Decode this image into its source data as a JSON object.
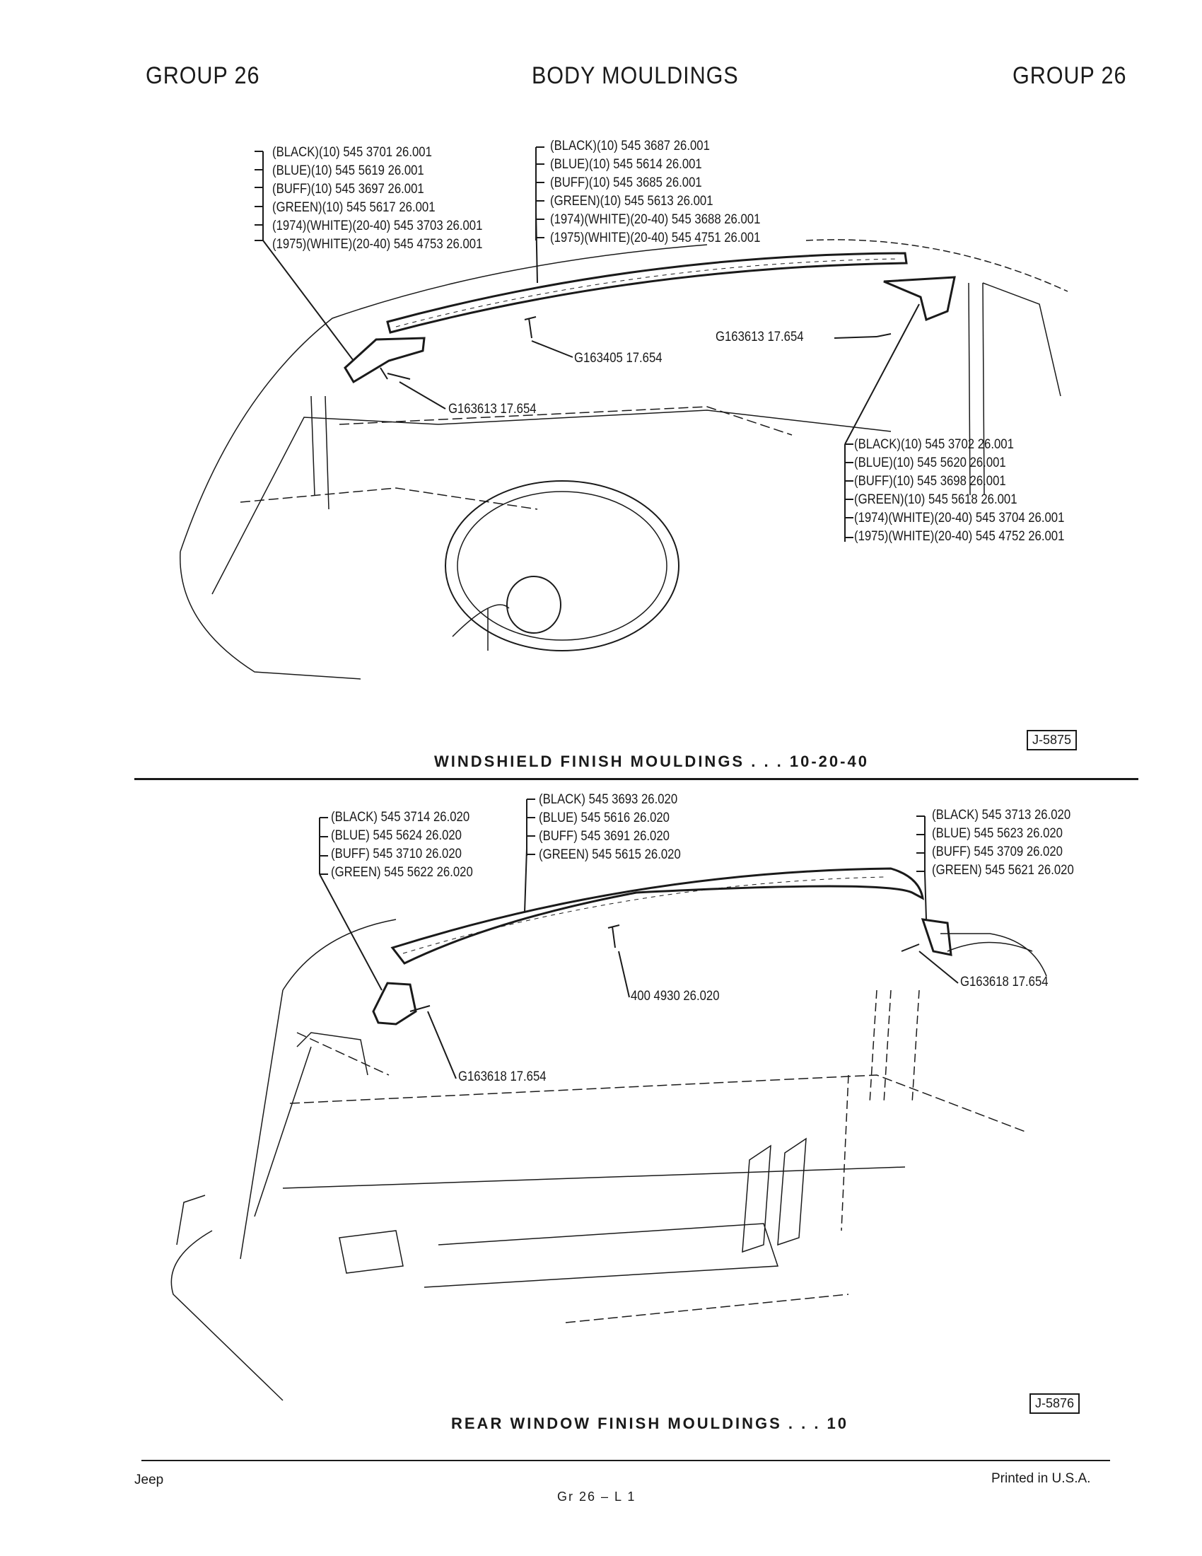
{
  "header": {
    "left": "GROUP 26",
    "center": "BODY MOULDINGS",
    "right": "GROUP 26"
  },
  "windshield": {
    "left_corner_parts": [
      "(BLACK)(10) 545 3701  26.001",
      "(BLUE)(10) 545 5619  26.001",
      "(BUFF)(10) 545 3697  26.001",
      "(GREEN)(10) 545 5617  26.001",
      "(1974)(WHITE)(20-40) 545 3703  26.001",
      "(1975)(WHITE)(20-40) 545 4753  26.001"
    ],
    "center_parts": [
      "(BLACK)(10) 545 3687  26.001",
      "(BLUE)(10) 545 5614  26.001",
      "(BUFF)(10) 545 3685  26.001",
      "(GREEN)(10) 545 5613  26.001",
      "(1974)(WHITE)(20-40) 545 3688  26.001",
      "(1975)(WHITE)(20-40) 545 4751  26.001"
    ],
    "right_corner_parts": [
      "(BLACK)(10) 545 3702  26.001",
      "(BLUE)(10) 545 5620  26.001",
      "(BUFF)(10) 545 3698  26.001",
      "(GREEN)(10) 545 5618  26.001",
      "(1974)(WHITE)(20-40) 545 3704  26.001",
      "(1975)(WHITE)(20-40) 545 4752  26.001"
    ],
    "screw_right": "G163613  17.654",
    "screw_center": "G163405  17.654",
    "screw_left": "G163613  17.654",
    "figure_id": "J-5875",
    "caption": "WINDSHIELD  FINISH  MOULDINGS . . . 10-20-40"
  },
  "rear_window": {
    "left_corner_parts": [
      "(BLACK) 545 3714  26.020",
      "(BLUE) 545 5624  26.020",
      "(BUFF) 545 3710  26.020",
      "(GREEN) 545 5622  26.020"
    ],
    "center_parts": [
      "(BLACK) 545 3693  26.020",
      "(BLUE) 545 5616  26.020",
      "(BUFF) 545 3691  26.020",
      "(GREEN) 545 5615  26.020"
    ],
    "right_corner_parts": [
      "(BLACK) 545 3713  26.020",
      "(BLUE) 545 5623  26.020",
      "(BUFF) 545 3709  26.020",
      "(GREEN) 545 5621  26.020"
    ],
    "screw_center": "400 4930  26.020",
    "screw_right": "G163618  17.654",
    "screw_left": "G163618  17.654",
    "figure_id": "J-5876",
    "caption": "REAR  WINDOW  FINISH  MOULDINGS . . . 10"
  },
  "footer": {
    "brand": "Jeep",
    "page": "Gr 26  –  L  1",
    "printed": "Printed  in U.S.A."
  }
}
